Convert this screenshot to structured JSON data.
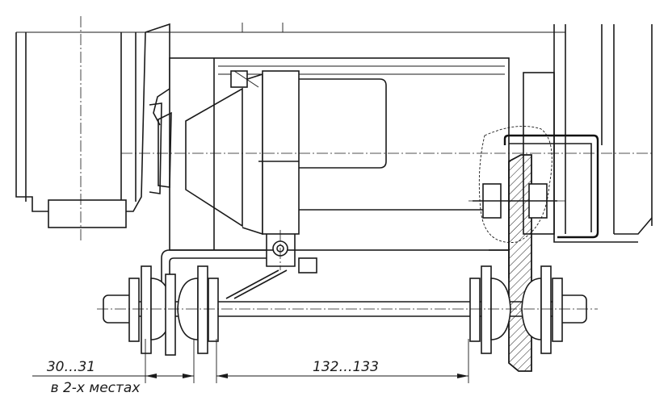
{
  "dimensions": {
    "left_dim": "30…31",
    "left_note": "в 2-х местах",
    "center_dim": "132…133"
  },
  "colors": {
    "line": "#1a1a1a",
    "background": "#ffffff"
  }
}
